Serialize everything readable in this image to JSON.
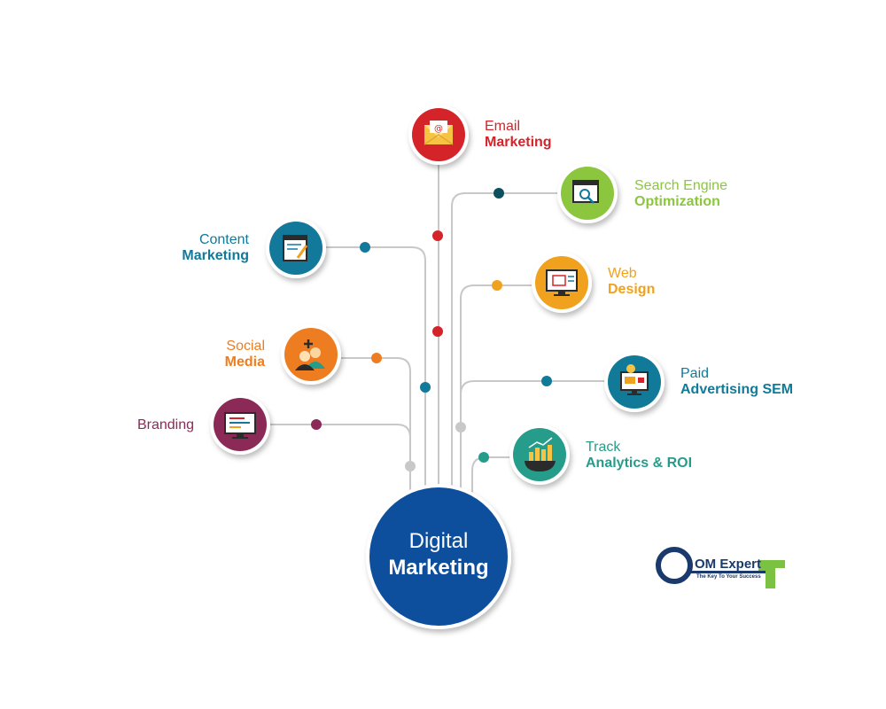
{
  "center": {
    "line1": "Digital",
    "line2": "Marketing",
    "color": "#0d4f9c"
  },
  "nodes": [
    {
      "id": "email",
      "line1": "Email",
      "line2": "Marketing",
      "color": "#d5232a",
      "icon": "envelope-icon"
    },
    {
      "id": "seo",
      "line1": "Search Engine",
      "line2": "Optimization",
      "color": "#8cc63f",
      "icon": "magnifier-window-icon"
    },
    {
      "id": "content",
      "line1": "Content",
      "line2": "Marketing",
      "color": "#12799a",
      "icon": "document-pen-icon"
    },
    {
      "id": "web",
      "line1": "Web",
      "line2": "Design",
      "color": "#f0a11e",
      "icon": "monitor-design-icon"
    },
    {
      "id": "social",
      "line1": "Social",
      "line2": "Media",
      "color": "#ee7d22",
      "icon": "people-add-icon"
    },
    {
      "id": "paid",
      "line1": "Paid",
      "line2": "Advertising SEM",
      "color": "#127a99",
      "icon": "monitor-ad-icon"
    },
    {
      "id": "branding",
      "line1": "Branding",
      "line2": "",
      "color": "#8b2a57",
      "icon": "monitor-brand-icon"
    },
    {
      "id": "track",
      "line1": "Track",
      "line2": "Analytics & ROI",
      "color": "#269c8a",
      "icon": "chart-bowl-icon"
    }
  ],
  "logo": {
    "brand": "OM Expert",
    "tagline": "The Key To Your Success",
    "color_dark": "#1a3a6e",
    "color_green": "#7cc242"
  }
}
